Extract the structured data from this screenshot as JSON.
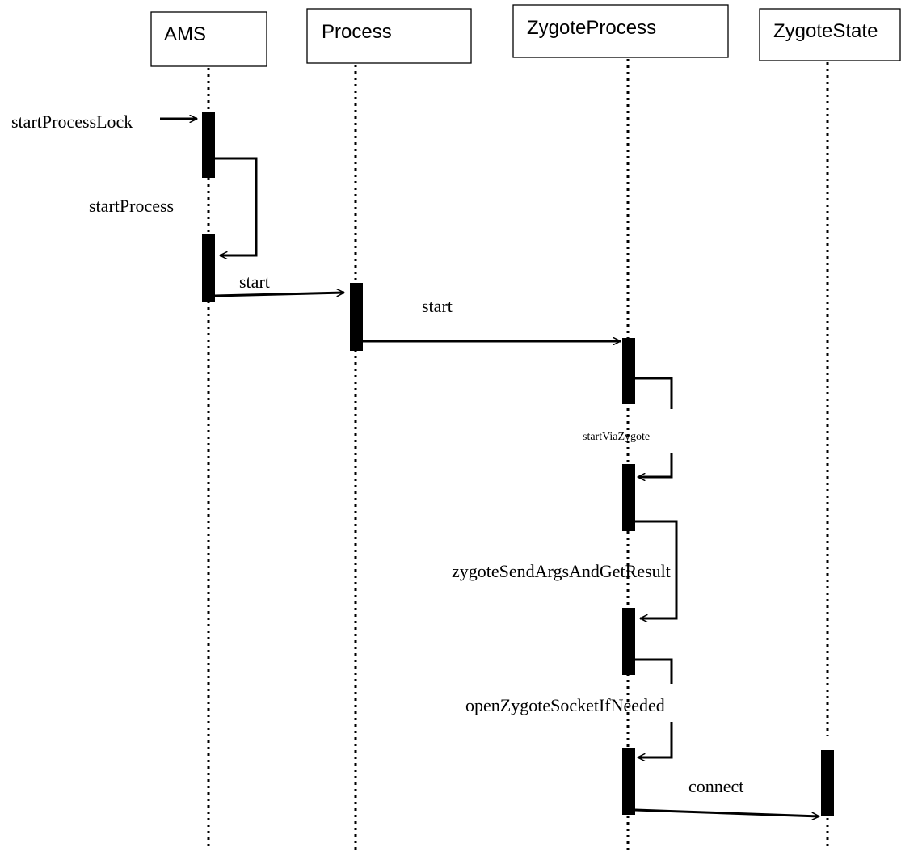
{
  "participants": {
    "ams": "AMS",
    "process": "Process",
    "zygote_process": "ZygoteProcess",
    "zygote_state": "ZygoteState"
  },
  "messages": {
    "start_process_lock": "startProcessLock",
    "start_process": "startProcess",
    "ams_to_process_start": "start",
    "process_to_zygote_start": "start",
    "start_via_zygote": "startViaZygote",
    "zygote_send_args": "zygoteSendArgsAndGetResult",
    "open_zygote_socket": "openZygoteSocketIfNeeded",
    "connect": "connect"
  },
  "colors": {
    "ink": "#000000",
    "background": "#ffffff"
  }
}
